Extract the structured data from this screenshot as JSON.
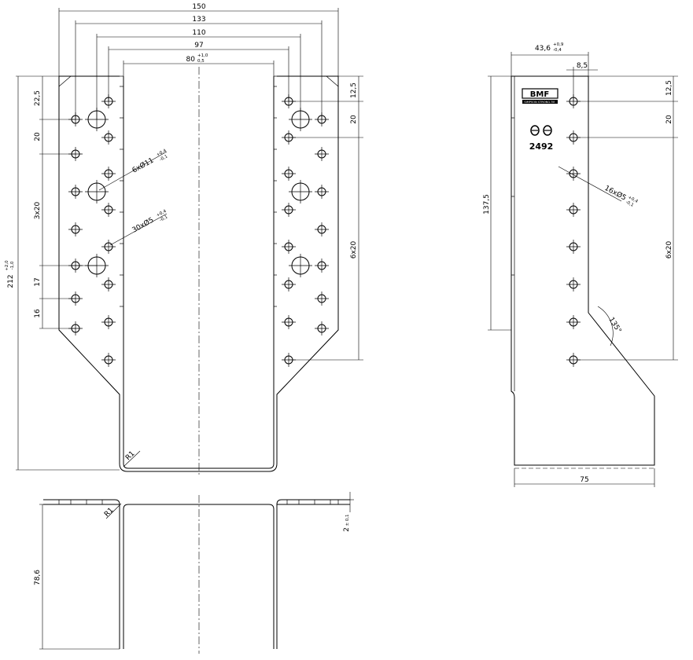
{
  "front_view": {
    "dim_150": "150",
    "dim_133": "133",
    "dim_110": "110",
    "dim_97": "97",
    "dim_80": "80",
    "dim_80_tol_upper": "+1,0",
    "dim_80_tol_lower": "0,5",
    "dim_22_5": "22,5",
    "dim_20": "20",
    "dim_3x20": "3x20",
    "dim_17": "17",
    "dim_16": "16",
    "dim_212": "212",
    "dim_212_tol_upper": "+2,0",
    "dim_212_tol_lower": "-1,0",
    "dim_12_5": "12,5",
    "dim_20_right": "20",
    "dim_6x20": "6x20",
    "hole_large": "6xØ11",
    "hole_large_tol_upper": "+0,4",
    "hole_large_tol_lower": "-0,1",
    "hole_small": "30xØ5",
    "hole_small_tol_upper": "+0,4",
    "hole_small_tol_lower": "-0,1",
    "radius": "R1"
  },
  "bottom_view": {
    "radius": "R1",
    "dim_78_6": "78,6",
    "dim_2": "2",
    "dim_2_tol": "± 0,1"
  },
  "side_view": {
    "dim_43_6": "43,6",
    "dim_43_6_tol_upper": "+0,9",
    "dim_43_6_tol_lower": "-0,4",
    "dim_8_5": "8,5",
    "dim_12_5": "12,5",
    "dim_20": "20",
    "dim_137_5": "137,5",
    "dim_6x20": "6x20",
    "hole_small": "16xØ5",
    "hole_small_tol_upper": "+0,4",
    "hole_small_tol_lower": "-0,1",
    "angle": "135°",
    "dim_75": "75",
    "logo_text": "BMF",
    "logo_sub": "SIMPSON STRONG-TIE",
    "stamp_text": "2492"
  }
}
